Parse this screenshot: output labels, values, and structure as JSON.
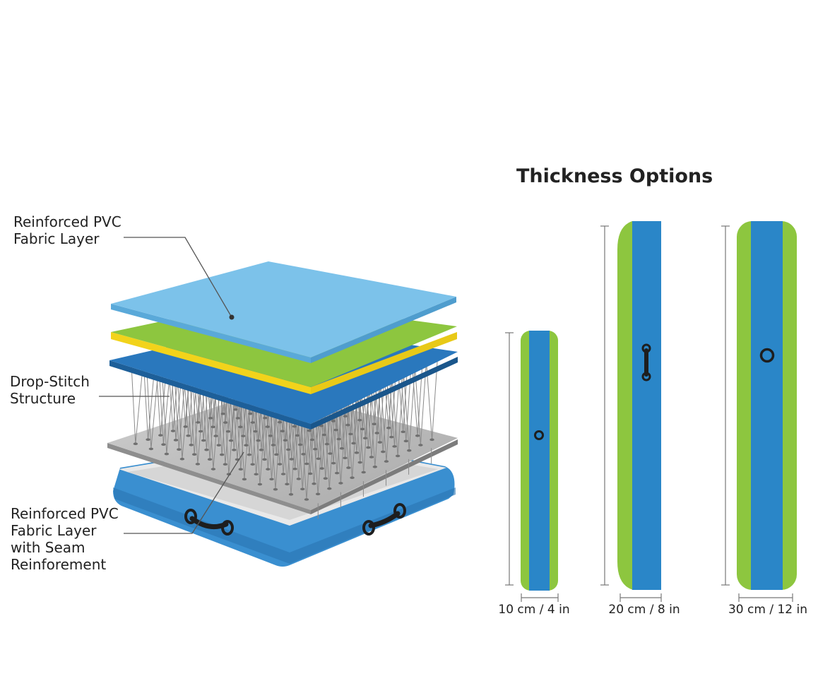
{
  "labels": {
    "top_layer": "Reinforced PVC\nFabric Layer",
    "middle": "Drop-Stitch\nStructure",
    "bottom_layer": "Reinforced PVC\nFabric Layer\nwith Seam\nReinforement"
  },
  "thickness": {
    "title": "Thickness Options",
    "options": [
      {
        "label": "10 cm / 4 in",
        "value_cm": 10,
        "value_in": 4
      },
      {
        "label": "20 cm / 8 in",
        "value_cm": 20,
        "value_in": 8
      },
      {
        "label": "30 cm / 12 in",
        "value_cm": 30,
        "value_in": 12
      }
    ]
  },
  "colors": {
    "light_blue": "#7cc2ea",
    "blue": "#2f86c8",
    "dark_blue": "#2a78bd",
    "green": "#8dc63f",
    "yellow": "#f2d31b",
    "gray_plate": "#bdbdbd",
    "handle": "#1e1e1e"
  }
}
